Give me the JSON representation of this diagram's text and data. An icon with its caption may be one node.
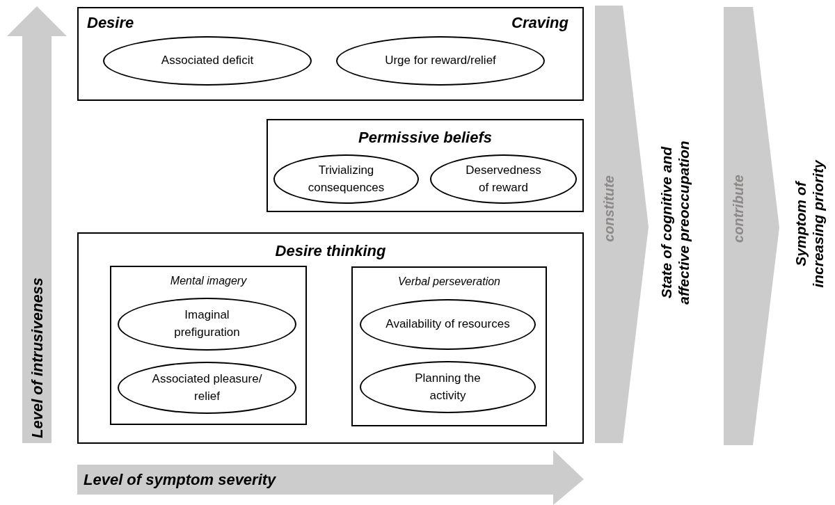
{
  "diagram": {
    "nodes": [
      {
        "text": [
          "Desire",
          "Craving"
        ]
      },
      {
        "text": [
          "Associated deficit"
        ],
        "in": 0
      },
      {
        "text": [
          "Urge for reward/relief"
        ],
        "in": 0
      },
      {
        "text": [
          "Permissive beliefs"
        ]
      },
      {
        "text": [
          "Trivializing consequences"
        ],
        "in": 3
      },
      {
        "text": [
          "Deservedness of reward"
        ],
        "in": 3
      },
      {
        "text": [
          "Desire thinking"
        ]
      },
      {
        "text": [
          "Mental imagery"
        ],
        "in": 6
      },
      {
        "text": [
          "Imaginal prefiguration"
        ],
        "in": 7
      },
      {
        "text": [
          "Associated pleasure/ relief"
        ],
        "in": 7
      },
      {
        "text": [
          "Verbal perseveration"
        ],
        "in": 6
      },
      {
        "text": [
          "Availability of resources"
        ],
        "in": 10
      },
      {
        "text": [
          "Planning the activity"
        ],
        "in": 10
      },
      {
        "text": [
          "Level of intrusiveness"
        ]
      },
      {
        "text": [
          "Level of symptom severity"
        ]
      },
      {
        "text": [
          "constitute"
        ]
      },
      {
        "text": [
          "State of cognitive and affective preoccupation"
        ]
      },
      {
        "text": [
          "contribute"
        ]
      },
      {
        "text": [
          "Symptom of increasing priority"
        ]
      }
    ]
  }
}
